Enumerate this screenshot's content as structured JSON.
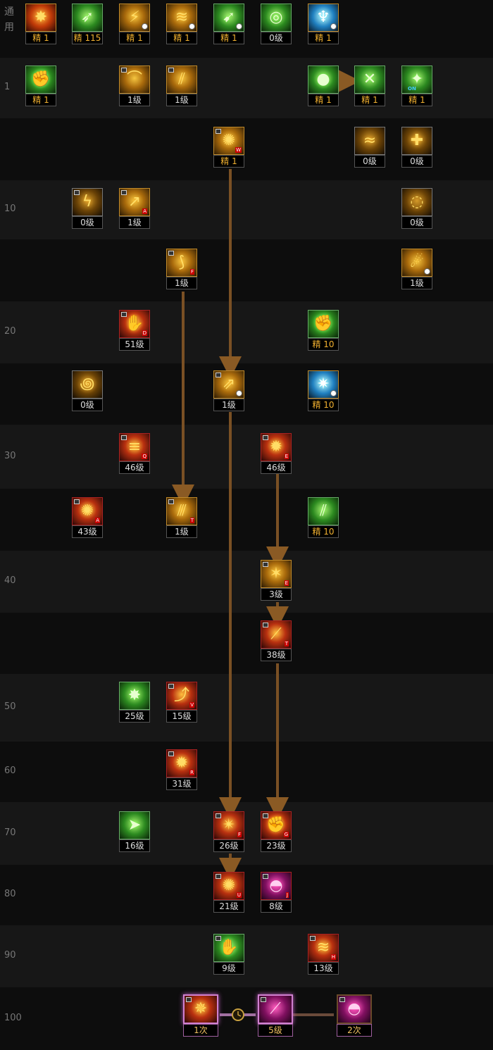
{
  "rows": [
    {
      "label": "通\n用",
      "bg": "dark"
    },
    {
      "label": "1",
      "bg": "light"
    },
    {
      "label": "",
      "bg": "dark"
    },
    {
      "label": "10",
      "bg": "light"
    },
    {
      "label": "",
      "bg": "dark"
    },
    {
      "label": "20",
      "bg": "light"
    },
    {
      "label": "",
      "bg": "dark"
    },
    {
      "label": "30",
      "bg": "light"
    },
    {
      "label": "",
      "bg": "dark"
    },
    {
      "label": "40",
      "bg": "light"
    },
    {
      "label": "",
      "bg": "dark"
    },
    {
      "label": "50",
      "bg": "light"
    },
    {
      "label": "60",
      "bg": "dark"
    },
    {
      "label": "70",
      "bg": "light"
    },
    {
      "label": "80",
      "bg": "dark"
    },
    {
      "label": "90",
      "bg": "light"
    },
    {
      "label": "100",
      "bg": "dark"
    }
  ],
  "skills": [
    {
      "id": "c1",
      "level": "精 1",
      "theme": "fire",
      "icon": "flame-burst-icon",
      "gold": true
    },
    {
      "id": "c2",
      "level": "精 115",
      "theme": "green",
      "icon": "running-figure-icon",
      "gold": true
    },
    {
      "id": "c3",
      "level": "精 1",
      "theme": "gold",
      "icon": "kick-icon",
      "gold": true,
      "cd": true
    },
    {
      "id": "c4",
      "level": "精 1",
      "theme": "gold",
      "icon": "dash-icon",
      "gold": true,
      "cd": true
    },
    {
      "id": "c5",
      "level": "精 1",
      "theme": "green",
      "icon": "crouch-figure-icon",
      "gold": true,
      "cd": true
    },
    {
      "id": "c6",
      "level": "0级",
      "theme": "green",
      "icon": "target-icon"
    },
    {
      "id": "c7",
      "level": "精 1",
      "theme": "cyan",
      "icon": "wings-icon",
      "gold": true,
      "cd": true
    },
    {
      "id": "r1a",
      "level": "精 1",
      "theme": "green",
      "icon": "gauntlet-icon",
      "gold": true
    },
    {
      "id": "r1b",
      "level": "1级",
      "theme": "gold",
      "icon": "slash-arc-icon",
      "tag": true
    },
    {
      "id": "r1c",
      "level": "1级",
      "theme": "gold",
      "icon": "claw-slash-icon",
      "tag": true
    },
    {
      "id": "r1d",
      "level": "精 1",
      "theme": "green",
      "icon": "green-orb-icon",
      "gold": true
    },
    {
      "id": "r1e",
      "level": "精 1",
      "theme": "green",
      "icon": "crossed-swords-icon",
      "gold": true
    },
    {
      "id": "r1f",
      "level": "精 1",
      "theme": "green",
      "icon": "fan-toggle-icon",
      "gold": true,
      "on": "ON"
    },
    {
      "id": "r2a",
      "level": "精 1",
      "theme": "gold",
      "icon": "burst-strike-icon",
      "gold": true,
      "tag": true,
      "hk": "W"
    },
    {
      "id": "r2b",
      "level": "0级",
      "theme": "dim",
      "icon": "sweep-icon"
    },
    {
      "id": "r2c",
      "level": "0级",
      "theme": "dim",
      "icon": "shield-cross-icon"
    },
    {
      "id": "r3a",
      "level": "0级",
      "theme": "dim",
      "icon": "lightning-icon",
      "tag": true
    },
    {
      "id": "r3b",
      "level": "1级",
      "theme": "gold",
      "icon": "uppercut-icon",
      "tag": true,
      "hk": "A"
    },
    {
      "id": "r3c",
      "level": "0级",
      "theme": "dim",
      "icon": "whirl-icon"
    },
    {
      "id": "r4a",
      "level": "1级",
      "theme": "gold",
      "icon": "arc-wave-icon",
      "tag": true,
      "hk": "F"
    },
    {
      "id": "r4b",
      "level": "1级",
      "theme": "gold",
      "icon": "comet-icon",
      "cd": true
    },
    {
      "id": "r5a",
      "level": "51级",
      "theme": "red",
      "icon": "grab-icon",
      "tag": true,
      "hk": "D"
    },
    {
      "id": "r5b",
      "level": "精 10",
      "theme": "green",
      "icon": "fist-icon",
      "gold": true
    },
    {
      "id": "r6a",
      "level": "0级",
      "theme": "dim",
      "icon": "spiral-icon"
    },
    {
      "id": "r6b",
      "level": "1级",
      "theme": "gold",
      "icon": "rising-strike-icon",
      "tag": true,
      "cd": true
    },
    {
      "id": "r6c",
      "level": "精 10",
      "theme": "cyan",
      "icon": "star-flash-icon",
      "gold": true,
      "cd": true
    },
    {
      "id": "r7a",
      "level": "46级",
      "theme": "red",
      "icon": "wind-slash-icon",
      "tag": true,
      "hk": "Q"
    },
    {
      "id": "r7b",
      "level": "46级",
      "theme": "red",
      "icon": "explode-icon",
      "tag": true,
      "hk": "E"
    },
    {
      "id": "r8a",
      "level": "43级",
      "theme": "red",
      "icon": "tornado-icon",
      "tag": true,
      "hk": "A"
    },
    {
      "id": "r8b",
      "level": "1级",
      "theme": "gold",
      "icon": "multi-slash-icon",
      "tag": true,
      "hk": "T"
    },
    {
      "id": "r8c",
      "level": "精 10",
      "theme": "green",
      "icon": "twin-blade-icon",
      "gold": true
    },
    {
      "id": "r9a",
      "level": "3级",
      "theme": "gold",
      "icon": "shock-icon",
      "tag": true,
      "hk": "E"
    },
    {
      "id": "r10a",
      "level": "38级",
      "theme": "red",
      "icon": "lance-icon",
      "tag": true,
      "hk": "T"
    },
    {
      "id": "r11a",
      "level": "25级",
      "theme": "green",
      "icon": "green-burst-icon"
    },
    {
      "id": "r11b",
      "level": "15级",
      "theme": "red",
      "icon": "leap-strike-icon",
      "tag": true,
      "hk": "V"
    },
    {
      "id": "r12a",
      "level": "31级",
      "theme": "red",
      "icon": "nova-icon",
      "tag": true,
      "hk": "R"
    },
    {
      "id": "r13a",
      "level": "16级",
      "theme": "green",
      "icon": "arrow-strike-icon"
    },
    {
      "id": "r13b",
      "level": "26级",
      "theme": "red",
      "icon": "flame-kick-icon",
      "tag": true,
      "hk": "F"
    },
    {
      "id": "r13c",
      "level": "23级",
      "theme": "red",
      "icon": "fire-fist-icon",
      "tag": true,
      "hk": "G"
    },
    {
      "id": "r14a",
      "level": "21级",
      "theme": "red",
      "icon": "impact-icon",
      "tag": true,
      "hk": "U"
    },
    {
      "id": "r14b",
      "level": "8级",
      "theme": "pink",
      "icon": "helmet-icon",
      "tag": true,
      "hk": "J"
    },
    {
      "id": "r15a",
      "level": "9级",
      "theme": "green",
      "icon": "hand-blast-icon",
      "tag": true
    },
    {
      "id": "r15b",
      "level": "13级",
      "theme": "red",
      "icon": "flame-rush-icon",
      "tag": true,
      "hk": "H"
    },
    {
      "id": "a1",
      "level": "1次",
      "theme": "red",
      "icon": "awakening-fury-icon",
      "tag": true,
      "awk": "on"
    },
    {
      "id": "a2",
      "level": "5级",
      "theme": "pink",
      "icon": "awakening-blade-icon",
      "tag": true,
      "awk": "on"
    },
    {
      "id": "a3",
      "level": "2次",
      "theme": "pink",
      "icon": "awakening-helm-icon",
      "tag": true,
      "awk": "dim"
    }
  ]
}
